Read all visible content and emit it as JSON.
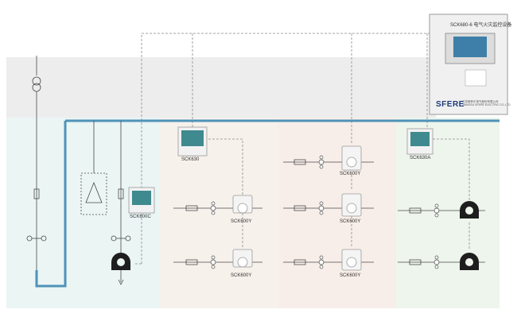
{
  "cabinet": {
    "title": "SCK680-6 电气火灾监控设备",
    "brand": "SFERE",
    "company": "江苏斯菲尔电气股份有限公司",
    "company_en": "JIANGSU SFERE ELECTRIC CO.,LTD"
  },
  "devices": {
    "left_monitor": "SCK600C",
    "center_monitor": "SCK630",
    "right_monitor": "SCK630A"
  },
  "sensors": {
    "zone2_top": "SCK600Y",
    "zone2_bottom": "SCK600Y",
    "zone3_top": "SCK600Y",
    "zone3_mid": "SCK600Y",
    "zone3_bottom": "SCK600Y"
  },
  "colors": {
    "busbar": "#4f93b8",
    "feeder": "#4a4a4a",
    "signal": "#8a8a8a",
    "band": "#ededed",
    "zone1": "#eaf5f4",
    "zone2": "#f7f1ec",
    "zone3": "#f8eee9",
    "zone4": "#eef5ec"
  }
}
